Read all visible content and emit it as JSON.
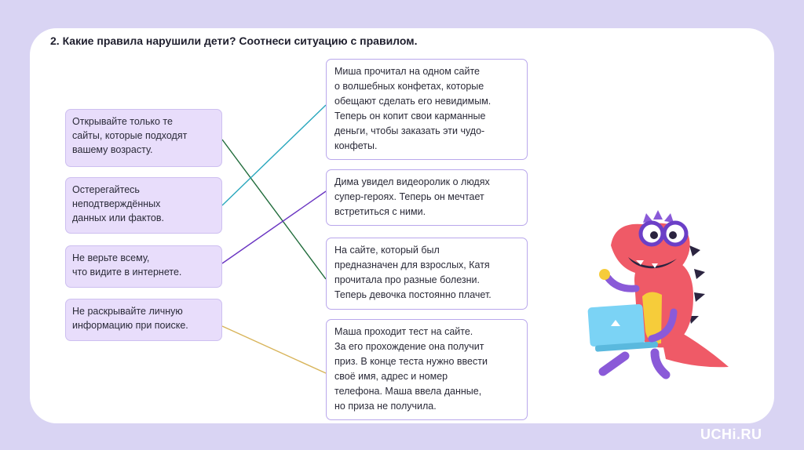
{
  "title": "2. Какие правила нарушили дети? Соотнеси ситуацию с правилом.",
  "rules": [
    "Открывайте только те\nсайты, которые подходят\nвашему возрасту.",
    "Остерегайтесь\nнеподтверждённых\nданных или фактов.",
    "Не верьте всему,\nчто видите в интернете.",
    "Не раскрывайте личную\nинформацию при поиске."
  ],
  "situations": [
    "Миша прочитал на одном сайте\nо волшебных конфетах, которые\nобещают сделать его невидимым.\nТеперь он копит свои карманные\nденьги, чтобы заказать эти чудо-\nконфеты.",
    "Дима увидел видеоролик о людях\nсупер-героях. Теперь он мечтает\nвстретиться с ними.",
    "На сайте, который был\nпредназначен для взрослых, Катя\nпрочитала про разные болезни.\nТеперь девочка постоянно плачет.",
    "Маша проходит тест на сайте.\nЗа его прохождение она получит\nприз. В конце теста нужно ввести\nсвоё имя, адрес и номер\nтелефона. Маша ввела данные,\nно приза не получила."
  ],
  "connections": [
    {
      "rule": 1,
      "situation": 3,
      "color": "#1f6b3a"
    },
    {
      "rule": 2,
      "situation": 1,
      "color": "#2aa7bd"
    },
    {
      "rule": 3,
      "situation": 2,
      "color": "#6a35c2"
    },
    {
      "rule": 4,
      "situation": 4,
      "color": "#d8b45a"
    }
  ],
  "logo": "UCHi.RU"
}
